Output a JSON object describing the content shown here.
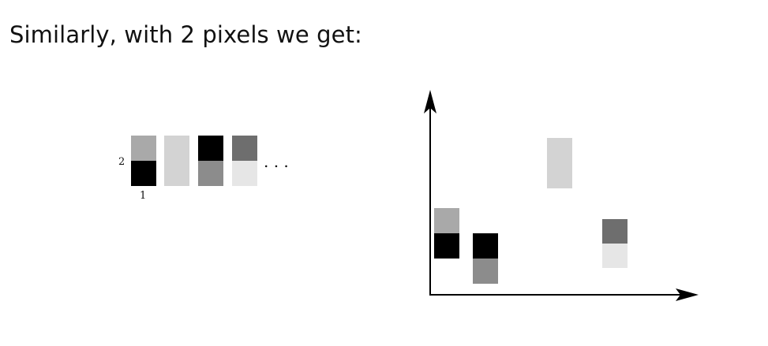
{
  "slide": {
    "title": "Similarly, with 2 pixels we get:"
  },
  "pixel_strip": {
    "row_label": "2",
    "col_label": "1",
    "ellipsis": ". . .",
    "swatches": [
      {
        "top": "#a9a9a9",
        "bottom": "#000000"
      },
      {
        "top": "#d3d3d3",
        "bottom": "#d3d3d3"
      },
      {
        "top": "#000000",
        "bottom": "#8c8c8c"
      },
      {
        "top": "#6e6e6e",
        "bottom": "#e6e6e6"
      }
    ]
  },
  "scatter": {
    "axes_color": "#000000",
    "points": [
      {
        "top": "#a9a9a9",
        "bottom": "#000000"
      },
      {
        "top": "#000000",
        "bottom": "#8c8c8c"
      },
      {
        "top": "#d3d3d3",
        "bottom": "#d3d3d3"
      },
      {
        "top": "#6e6e6e",
        "bottom": "#e6e6e6"
      }
    ]
  }
}
